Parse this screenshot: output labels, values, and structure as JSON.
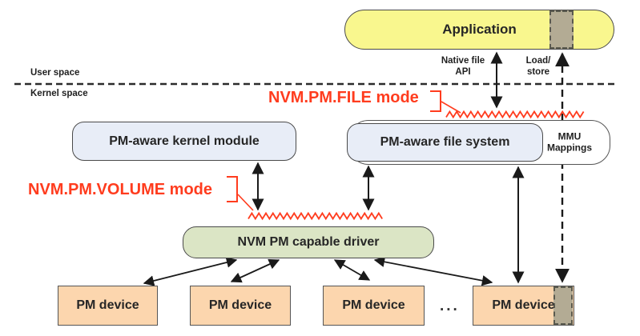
{
  "labels": {
    "application": "Application",
    "native_file_api_line1": "Native file",
    "native_file_api_line2": "API",
    "load_store_line1": "Load/",
    "load_store_line2": "store",
    "user_space": "User space",
    "kernel_space": "Kernel space",
    "file_mode": "NVM.PM.FILE mode",
    "volume_mode": "NVM.PM.VOLUME mode",
    "kernel_module": "PM-aware kernel module",
    "file_system": "PM-aware file system",
    "mmu_line1": "MMU",
    "mmu_line2": "Mappings",
    "driver": "NVM PM capable driver",
    "ellipsis": "..."
  },
  "devices": [
    {
      "label": "PM device"
    },
    {
      "label": "PM device"
    },
    {
      "label": "PM device"
    },
    {
      "label": "PM device"
    }
  ],
  "colors": {
    "highlight_red": "#ff3c1e",
    "application_yellow": "#f9f78e",
    "module_blue": "#e8edf7",
    "driver_green": "#dbe5c5",
    "device_peach": "#fcd6ae",
    "mapped_gray": "#b3ab94"
  }
}
